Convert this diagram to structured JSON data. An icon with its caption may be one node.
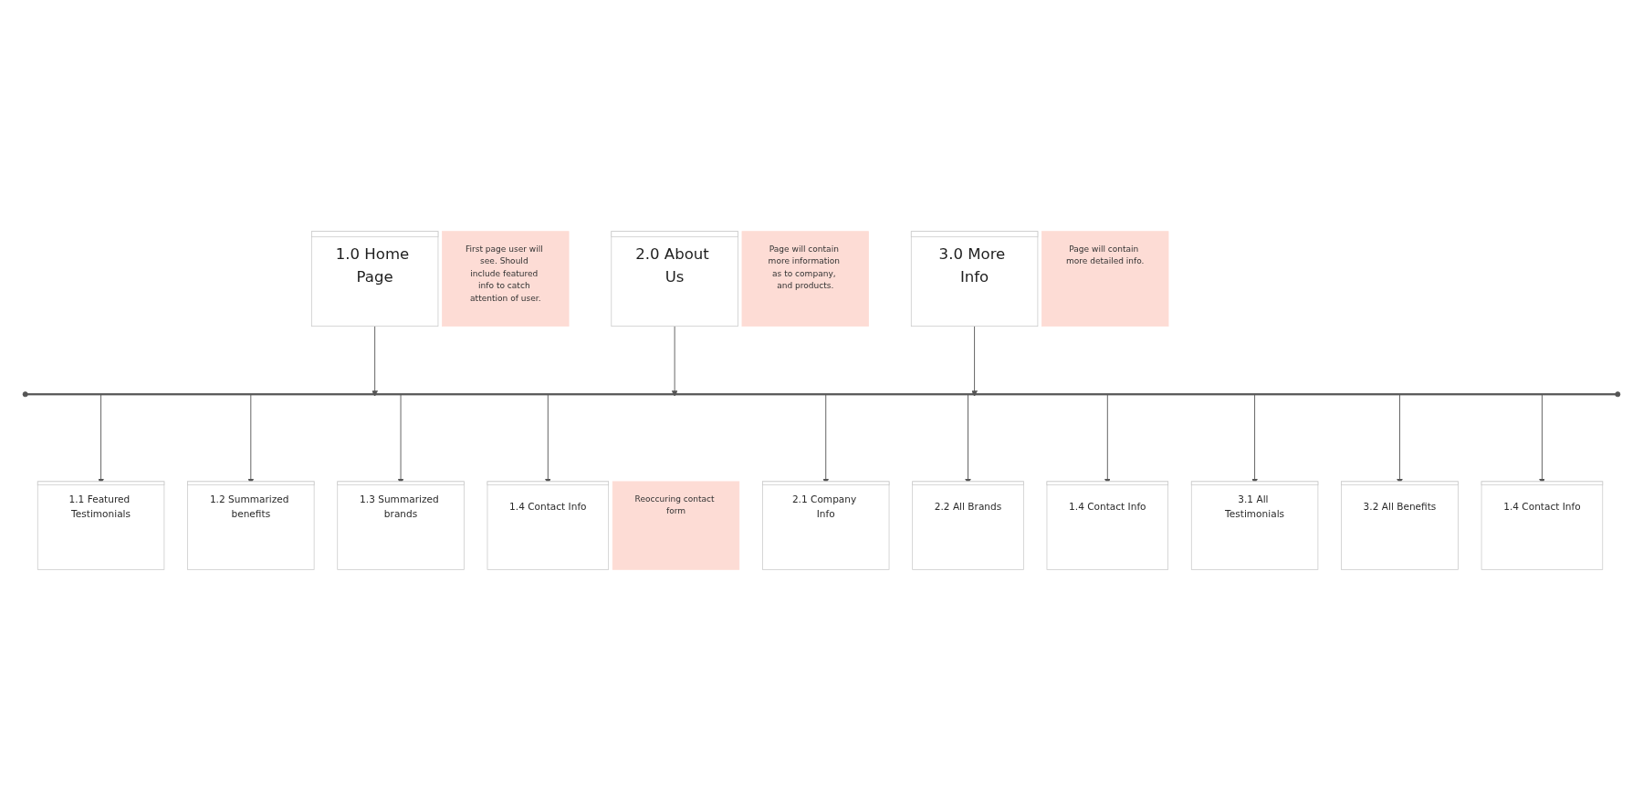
{
  "diagram": {
    "nodes": [
      {
        "text": [
          "1.0 Home Page"
        ]
      },
      {
        "text": [
          "First page user will see. Should include featured info to catch attention of user."
        ]
      },
      {
        "text": [
          "2.0 About Us"
        ]
      },
      {
        "text": [
          "Page will contain more information as to company, and products."
        ]
      },
      {
        "text": [
          "3.0 More Info"
        ]
      },
      {
        "text": [
          "Page will contain more detailed info."
        ]
      },
      {
        "text": [],
        "shape": "bar"
      },
      {
        "text": [
          "1.1 Featured Testimonials"
        ]
      },
      {
        "text": [
          "1.2 Summarized benefits"
        ]
      },
      {
        "text": [
          "1.3 Summarized brands"
        ]
      },
      {
        "text": [
          "1.4 Contact Info"
        ]
      },
      {
        "text": [
          "Reoccuring contact form"
        ]
      },
      {
        "text": [
          "2.1 Company Info"
        ]
      },
      {
        "text": [
          "2.2 All Brands"
        ]
      },
      {
        "text": [
          "1.4 Contact Info"
        ]
      },
      {
        "text": [
          "3.1 All Testimonials"
        ]
      },
      {
        "text": [
          "3.2 All Benefits"
        ]
      },
      {
        "text": [
          "1.4 Contact Info"
        ]
      }
    ],
    "edges": [
      {
        "from": 0,
        "to": 6,
        "arrow": "to"
      },
      {
        "from": 2,
        "to": 6,
        "arrow": "to"
      },
      {
        "from": 4,
        "to": 6,
        "arrow": "to"
      },
      {
        "from": 6,
        "to": 7,
        "arrow": "to"
      },
      {
        "from": 6,
        "to": 8,
        "arrow": "to"
      },
      {
        "from": 6,
        "to": 9,
        "arrow": "to"
      },
      {
        "from": 6,
        "to": 10,
        "arrow": "to"
      },
      {
        "from": 6,
        "to": 12,
        "arrow": "to"
      },
      {
        "from": 6,
        "to": 13,
        "arrow": "to"
      },
      {
        "from": 6,
        "to": 14,
        "arrow": "to"
      },
      {
        "from": 6,
        "to": 15,
        "arrow": "to"
      },
      {
        "from": 6,
        "to": 16,
        "arrow": "to"
      },
      {
        "from": 6,
        "to": 17,
        "arrow": "to"
      }
    ]
  }
}
